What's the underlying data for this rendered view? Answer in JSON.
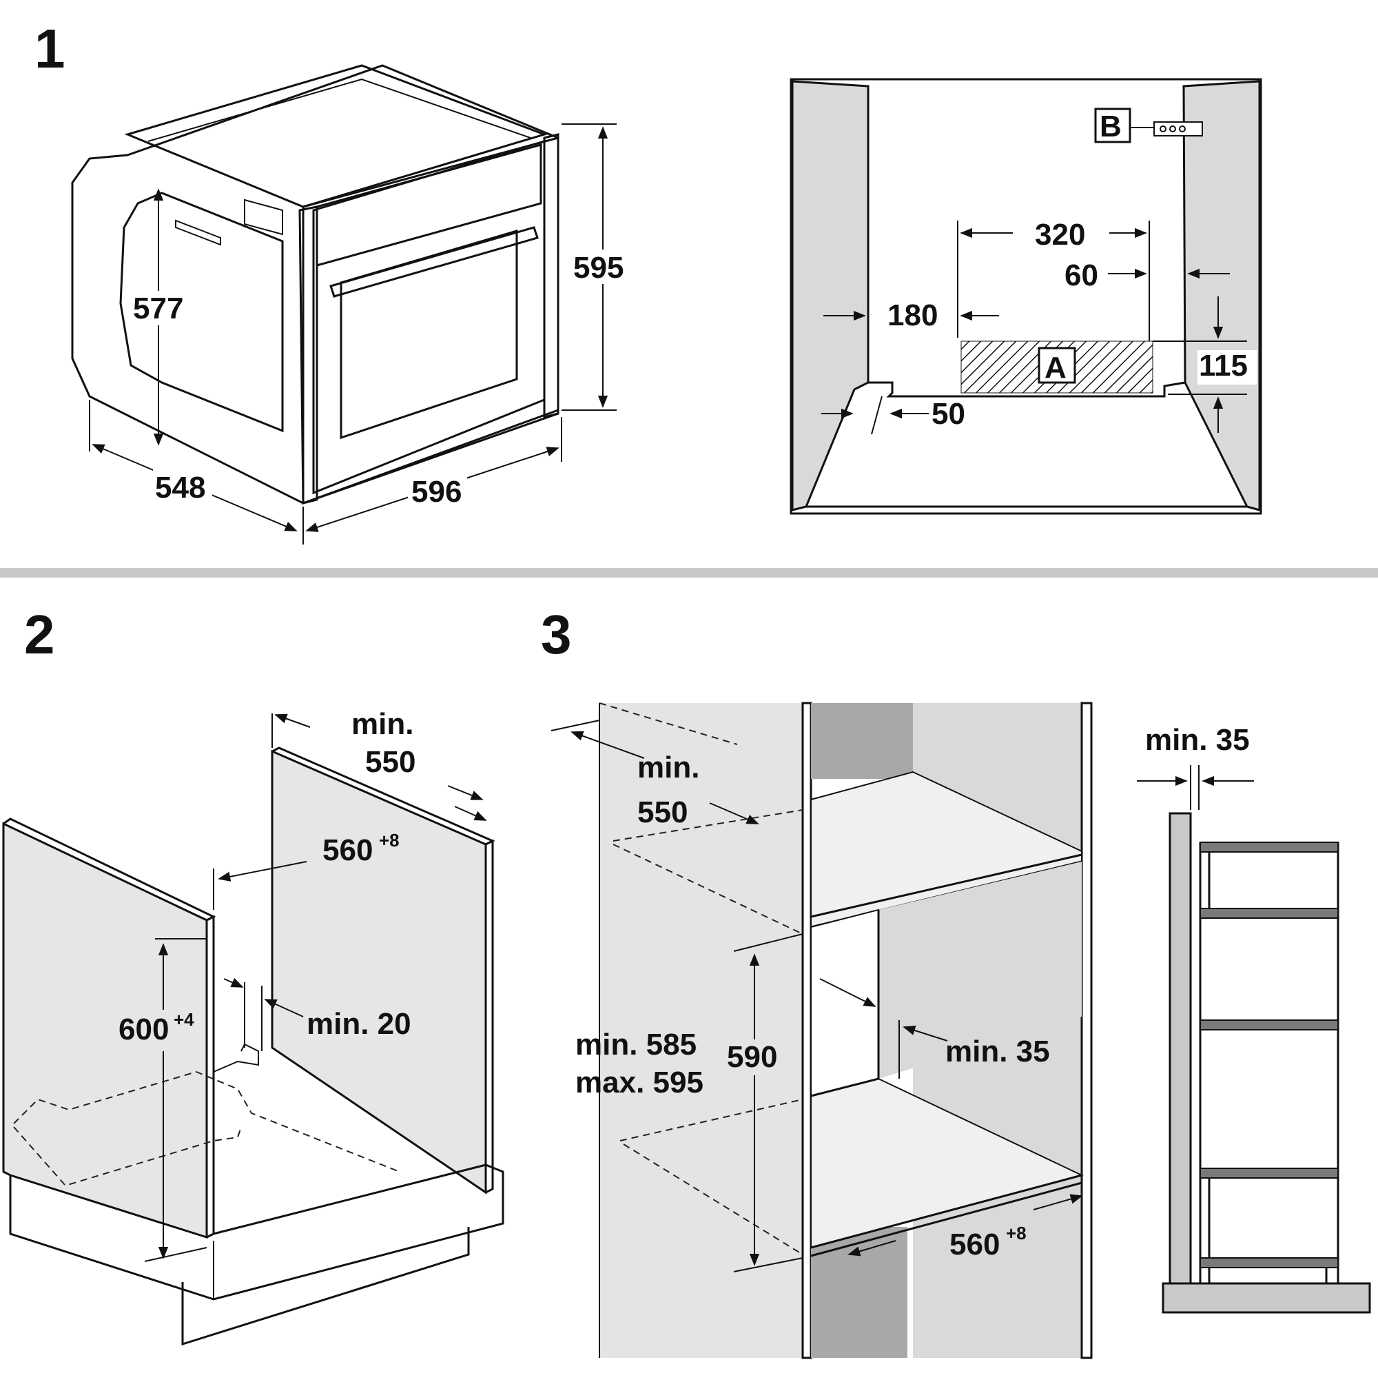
{
  "panels": {
    "p1": "1",
    "p2": "2",
    "p3": "3"
  },
  "fig1_oven": {
    "height_label": "595",
    "depth_label": "548",
    "width_label": "596",
    "inner_height_label": "577"
  },
  "fig1_cabinet": {
    "label_a": "A",
    "label_b": "B",
    "d320": "320",
    "d60": "60",
    "d180": "180",
    "d115": "115",
    "d50": "50"
  },
  "fig2": {
    "depth_min_line1": "min.",
    "depth_min_line2": "550",
    "width_base": "560",
    "width_sup": "+8",
    "height_base": "600",
    "height_sup": "+4",
    "gap_label": "min. 20"
  },
  "fig3": {
    "depth_line1": "min.",
    "depth_line2": "550",
    "range_line1": "min. 585",
    "range_line2": "max. 595",
    "height_label": "590",
    "gap_label": "min. 35",
    "width_base": "560",
    "width_sup": "+8",
    "side_gap_label": "min. 35"
  },
  "colors": {
    "separator": "#c8c8c8",
    "panel_fill": "#d9d9d9",
    "ink": "#111111"
  }
}
